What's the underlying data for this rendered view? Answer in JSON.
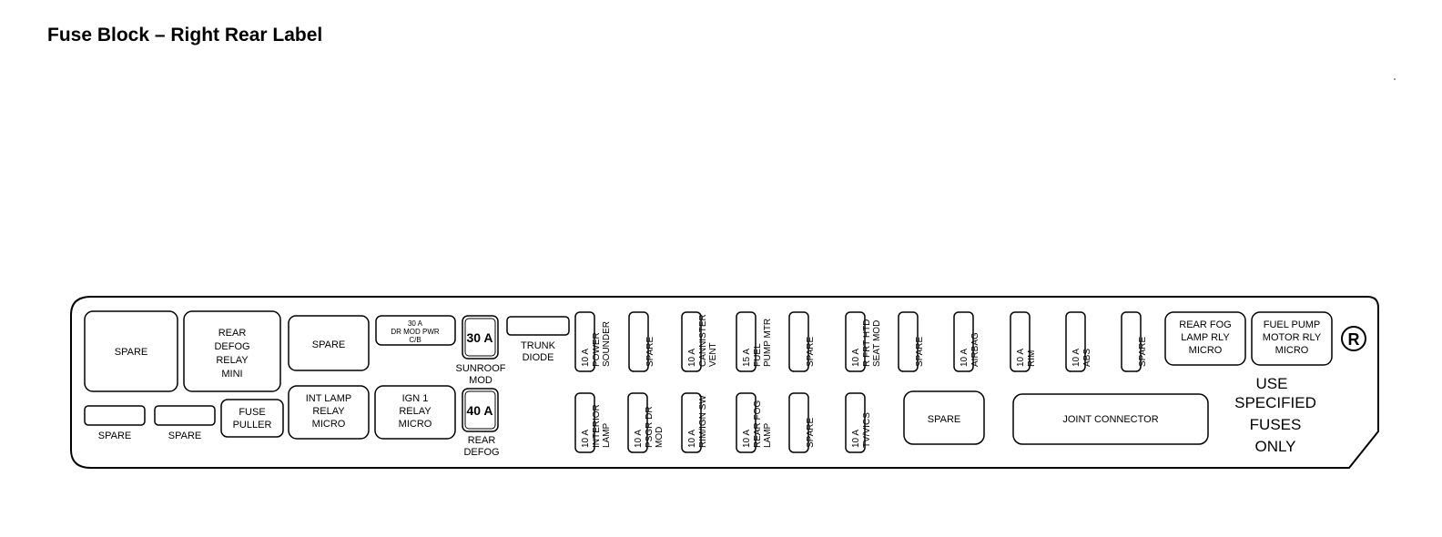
{
  "title": "Fuse Block – Right Rear Label",
  "left_section": {
    "spare_large": "SPARE",
    "rear_defog_relay": [
      "REAR",
      "DEFOG",
      "RELAY",
      "MINI"
    ],
    "spare_mid": "SPARE",
    "dr_mod_cb": [
      "30 A",
      "DR MOD PWR",
      "C/B"
    ],
    "sunroof_fuse": {
      "rating": "30 A",
      "label": [
        "SUNROOF",
        "MOD"
      ]
    },
    "trunk_diode": [
      "TRUNK",
      "DIODE"
    ],
    "spare_small_1": "SPARE",
    "spare_small_2": "SPARE",
    "fuse_puller": [
      "FUSE",
      "PULLER"
    ],
    "int_lamp_relay": [
      "INT LAMP",
      "RELAY",
      "MICRO"
    ],
    "ign1_relay": [
      "IGN 1",
      "RELAY",
      "MICRO"
    ],
    "rear_defog_fuse": {
      "rating": "40 A",
      "label": [
        "REAR",
        "DEFOG"
      ]
    }
  },
  "top_fuses": [
    {
      "rating": "10 A",
      "label": [
        "POWER",
        "SOUNDER"
      ]
    },
    {
      "rating": "",
      "label": [
        "SPARE"
      ]
    },
    {
      "rating": "10 A",
      "label": [
        "CANNISTER",
        "VENT"
      ]
    },
    {
      "rating": "15 A",
      "label": [
        "FUEL",
        "PUMP MTR"
      ]
    },
    {
      "rating": "",
      "label": [
        "SPARE"
      ]
    },
    {
      "rating": "10 A",
      "label": [
        "R FRT HTD",
        "SEAT MOD"
      ]
    },
    {
      "rating": "",
      "label": [
        "SPARE"
      ]
    },
    {
      "rating": "10 A",
      "label": [
        "AIRBAG"
      ]
    },
    {
      "rating": "10 A",
      "label": [
        "RIM"
      ]
    },
    {
      "rating": "10 A",
      "label": [
        "ABS"
      ]
    },
    {
      "rating": "",
      "label": [
        "SPARE"
      ]
    }
  ],
  "bottom_fuses": [
    {
      "rating": "10 A",
      "label": [
        "INTERIOR",
        "LAMP"
      ]
    },
    {
      "rating": "10 A",
      "label": [
        "PSGR DR",
        "MOD"
      ]
    },
    {
      "rating": "10 A",
      "label": [
        "RIM/IGN SW"
      ]
    },
    {
      "rating": "10 A",
      "label": [
        "REAR FOG",
        "LAMP"
      ]
    },
    {
      "rating": "",
      "label": [
        "SPARE"
      ]
    },
    {
      "rating": "10 A",
      "label": [
        "TV/VICS"
      ]
    }
  ],
  "spare_bottom": "SPARE",
  "joint_connector": "JOINT CONNECTOR",
  "rear_fog_relay": [
    "REAR FOG",
    "LAMP RLY",
    "MICRO"
  ],
  "fuel_pump_relay": [
    "FUEL PUMP",
    "MOTOR RLY",
    "MICRO"
  ],
  "r_mark": "R",
  "warning": [
    "USE",
    "SPECIFIED",
    "FUSES",
    "ONLY"
  ]
}
